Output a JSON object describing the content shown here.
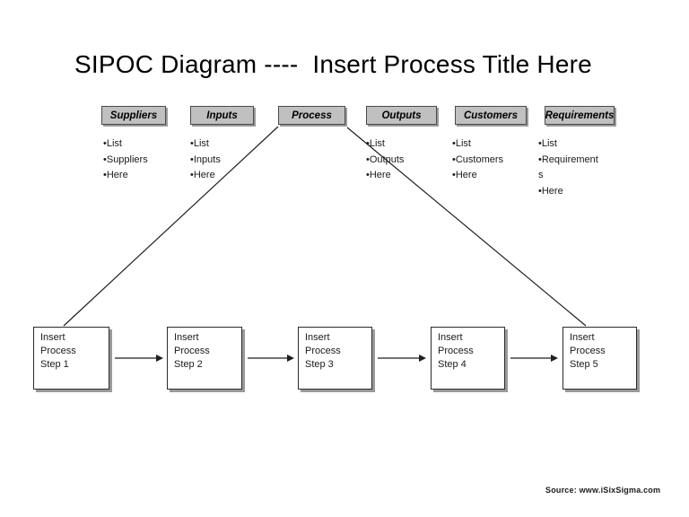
{
  "title": "SIPOC Diagram ----  Insert Process Title Here",
  "bullet": "•",
  "columns": [
    {
      "label": "Suppliers",
      "items": [
        "List",
        "Suppliers",
        "Here"
      ]
    },
    {
      "label": "Inputs",
      "items": [
        "List",
        "Inputs",
        "Here"
      ]
    },
    {
      "label": "Process",
      "items": []
    },
    {
      "label": "Outputs",
      "items": [
        "List",
        "Outputs",
        "Here"
      ]
    },
    {
      "label": "Customers",
      "items": [
        "List",
        "Customers",
        "Here"
      ]
    },
    {
      "label": "Requirements",
      "items": [
        "List",
        "Requirements",
        "Here"
      ]
    }
  ],
  "steps": [
    "Insert Process Step 1",
    "Insert Process Step 2",
    "Insert Process Step 3",
    "Insert Process Step 4",
    "Insert Process Step 5"
  ],
  "source": "Source: www.iSixSigma.com",
  "colors": {
    "background": "#ffffff",
    "header_fill": "#c0c0c0",
    "header_border": "#4a4a4a",
    "step_border": "#2b2b2b",
    "shadow": "#9a9a9a",
    "line": "#1f1f1f",
    "text": "#1a1a1a"
  }
}
